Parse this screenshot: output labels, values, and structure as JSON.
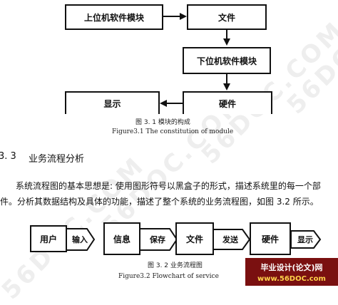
{
  "fig1": {
    "box_upper": "上位机软件模块",
    "box_file": "文件",
    "box_lower": "下位机软件模块",
    "box_display": "显示",
    "box_hardware": "硬件",
    "caption_cn": "图 3. 1  模块的构成",
    "caption_en": "Figure3.1 The constitution of module"
  },
  "section": {
    "number": "3. 3",
    "title": "业务流程分析"
  },
  "paragraph": {
    "line1": "系统流程图的基本思想是: 使用图形符号以黑盒子的形式，描述系统里的每一个部",
    "line2": "件。分析其数据结构及具体的功能，描述了整个系统的业务流程图，如图 3.2 所示。"
  },
  "fig2": {
    "user": "用户",
    "input": "输入",
    "info": "信息",
    "save": "保存",
    "file": "文件",
    "send": "发送",
    "hardware": "硬件",
    "display": "显示",
    "caption_cn": "图 3. 2  业务流程图",
    "caption_en": "Figure3.2 Flowchart of service"
  },
  "watermark": {
    "text": "56DOC.COM",
    "logo_cn": "毕业设计(论文)网",
    "logo_url": "www.56DOC.com"
  },
  "colors": {
    "logo_bg": "#7a1010",
    "logo_text": "#ffffff",
    "logo_url": "#ffd24a"
  }
}
